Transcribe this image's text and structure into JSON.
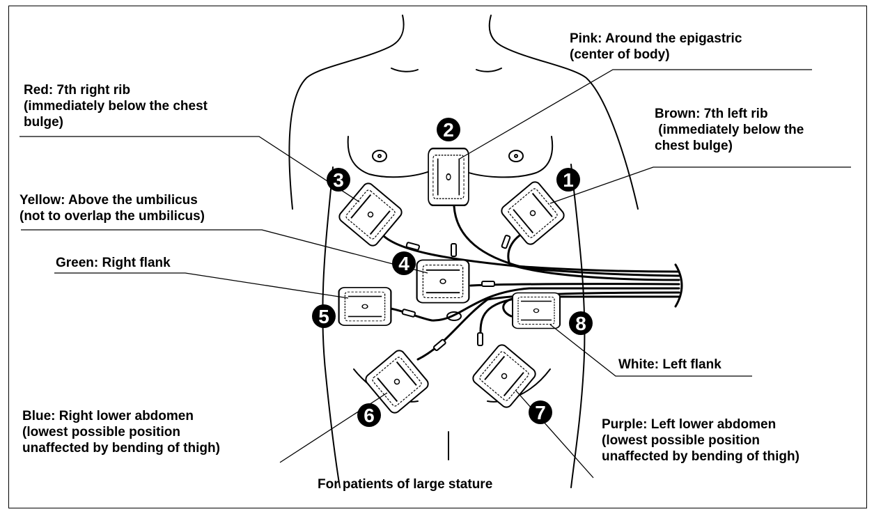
{
  "caption": "For patients of large stature",
  "electrodes": [
    {
      "number": "1",
      "lines": [
        "Brown: 7th left rib",
        " (immediately below the",
        "chest bulge)"
      ]
    },
    {
      "number": "2",
      "lines": [
        "Pink: Around the epigastric",
        "(center of body)"
      ]
    },
    {
      "number": "3",
      "lines": [
        "Red: 7th right rib",
        "(immediately below the chest",
        "bulge)"
      ]
    },
    {
      "number": "4",
      "lines": [
        "Yellow: Above the umbilicus",
        "(not to overlap the umbilicus)"
      ]
    },
    {
      "number": "5",
      "lines": [
        "Green: Right flank"
      ]
    },
    {
      "number": "6",
      "lines": [
        "Blue: Right lower abdomen",
        "(lowest possible position",
        "unaffected by bending of thigh)"
      ]
    },
    {
      "number": "7",
      "lines": [
        "Purple: Left lower abdomen",
        "(lowest possible position",
        "unaffected by bending of thigh)"
      ]
    },
    {
      "number": "8",
      "lines": [
        "White: Left flank"
      ]
    }
  ]
}
